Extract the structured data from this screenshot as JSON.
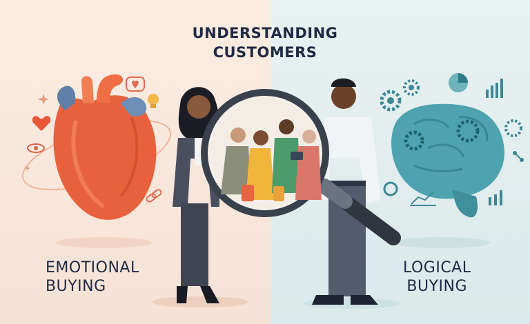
{
  "title": {
    "line1": "UNDERSTANDING",
    "line2": "CUSTOMERS"
  },
  "left_panel": {
    "label_line1": "EMOTIONAL",
    "label_line2": "BUYING",
    "icons": [
      "heart-icon",
      "eye-icon",
      "lightbulb-icon",
      "speech-heart-icon",
      "link-icon",
      "sparkle-icon"
    ]
  },
  "right_panel": {
    "label_line1": "LOGICAL",
    "label_line2": "BUYING",
    "icons": [
      "gear-icon",
      "pie-chart-icon",
      "bar-chart-icon",
      "line-chart-icon",
      "network-icon"
    ]
  },
  "colors": {
    "left_bg": "#f8e6da",
    "right_bg": "#e2eeee",
    "heart": "#e8613d",
    "brain": "#4fa3b0",
    "text": "#1f2a44"
  }
}
